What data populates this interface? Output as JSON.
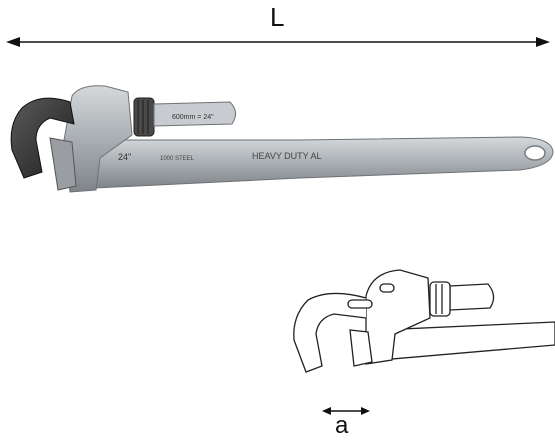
{
  "dimensions": {
    "length_label": "L",
    "jaw_label": "a"
  },
  "wrench_markings": {
    "size": "24\"",
    "material": "1000 STEEL",
    "model": "HEAVY DUTY AL",
    "capacity": "600mm = 24\""
  },
  "colors": {
    "body": "#a9aeb2",
    "jaw": "#3a3a3a",
    "nut": "#4a4a4a",
    "outline": "#222222"
  }
}
